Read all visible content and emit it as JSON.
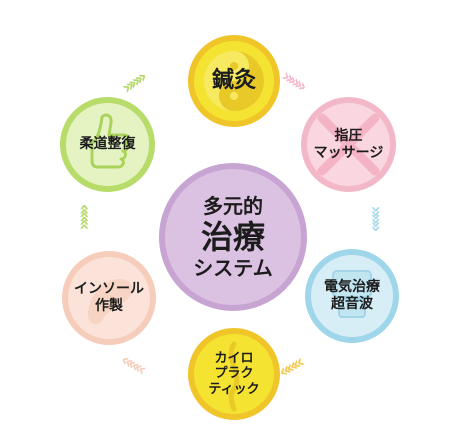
{
  "center": {
    "lines": [
      "多元的",
      "治療",
      "システム"
    ]
  },
  "nodes": {
    "acupuncture": {
      "lines": [
        "鍼灸"
      ]
    },
    "shiatsu": {
      "lines": [
        "指圧",
        "マッサージ"
      ]
    },
    "electro": {
      "lines": [
        "電気治療",
        "超音波"
      ]
    },
    "chiro": {
      "lines": [
        "カイロ",
        "プラク",
        "ティック"
      ]
    },
    "insole": {
      "lines": [
        "インソール",
        "作製"
      ]
    },
    "judo": {
      "lines": [
        "柔道整復"
      ]
    }
  },
  "arrow_glyph": "»»»",
  "colors": {
    "yellow": "#f4e331",
    "yellow_ring": "#f0c52a",
    "pink": "#f9d6e0",
    "blue": "#d7eef7",
    "peach": "#fbe3d9",
    "green": "#e5f3c3",
    "green_ring": "#b8dc6a",
    "purple": "#dbc1e2",
    "purple_ring": "#c7a4d1",
    "arrow_yellow": "#f2c94c",
    "arrow_pink": "#f5b9c9",
    "arrow_blue": "#a8d9ec",
    "arrow_peach": "#f6cdbb",
    "arrow_green": "#b6d96a"
  },
  "icons": {
    "acupuncture": "yin-yang-icon",
    "shiatsu": "cross-mark-icon",
    "electro": "device-icon",
    "chiro": "back-figure-icon",
    "insole": "insole-icon",
    "judo": "thumbs-up-icon"
  }
}
